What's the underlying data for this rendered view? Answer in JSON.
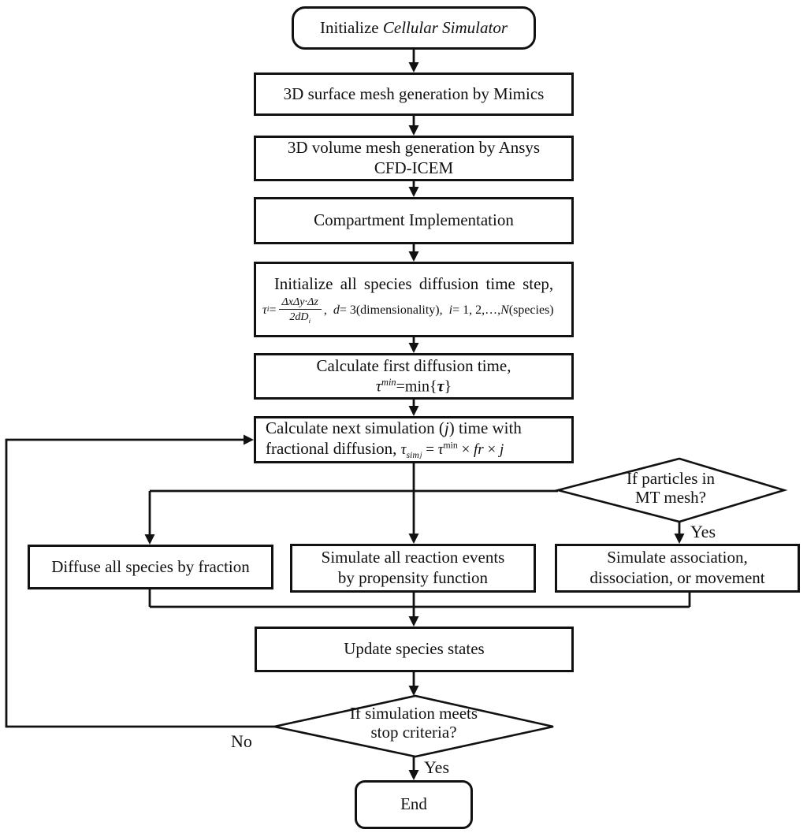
{
  "colors": {
    "line": "#111111",
    "background": "#ffffff",
    "text": "#111111"
  },
  "nodes": {
    "surface": {
      "label": "3D surface mesh generation by Mimics"
    },
    "volume": {
      "line1": "3D volume mesh generation by Ansys",
      "line2": "CFD-ICEM"
    },
    "compartment": {
      "label": "Compartment Implementation"
    },
    "init_step": {
      "line1": "Initialize all species diffusion time step,"
    },
    "first_time": {
      "line1": "Calculate first diffusion time,"
    },
    "next_sim": {
      "line2_prefix": "fractional diffusion, "
    },
    "diffuse": {
      "label": "Diffuse all species by fraction"
    },
    "react": {
      "line1": "Simulate all reaction events",
      "line2": "by propensity function"
    },
    "assoc": {
      "line1": "Simulate association,",
      "line2": "dissociation, or movement"
    },
    "update": {
      "label": "Update species states"
    },
    "end": {
      "label": "End"
    }
  },
  "decisions": {
    "mt_mesh": {
      "line1": "If particles in",
      "line2": "MT mesh?"
    },
    "stop": {
      "line1": "If simulation meets",
      "line2": "stop criteria?"
    }
  },
  "edge_labels": {
    "yes_mt": "Yes",
    "no_stop": "No",
    "yes_stop": "Yes"
  },
  "rich": {
    "start_label": [
      {
        "t": "Initialize "
      },
      {
        "t": "Cellular Simulator",
        "s": "i"
      }
    ],
    "next_sim_line1": [
      {
        "t": "Calculate next simulation ("
      },
      {
        "t": "j",
        "s": "i"
      },
      {
        "t": ") time with"
      }
    ],
    "eq_tau_i": [
      {
        "t": "τ",
        "s": "i"
      },
      {
        "t": "i",
        "s": "sub"
      },
      {
        "t": " = "
      },
      {
        "frac": {
          "num": [
            {
              "t": "ΔxΔy·Δz",
              "s": "i"
            }
          ],
          "den": [
            {
              "t": "2dD",
              "s": "i"
            },
            {
              "t": "i",
              "s": "sub"
            }
          ]
        }
      },
      {
        "t": ",  "
      },
      {
        "t": "d",
        "s": "i"
      },
      {
        "t": " = 3(dimensionality),  "
      },
      {
        "t": "i",
        "s": "i"
      },
      {
        "t": " = 1, 2,…, "
      },
      {
        "t": "N",
        "s": "i"
      },
      {
        "t": " (species)"
      }
    ],
    "eq_tau_min": [
      {
        "t": "τ",
        "s": "i"
      },
      {
        "t": "min",
        "s": "sup"
      },
      {
        "t": "=min{"
      },
      {
        "t": "τ",
        "s": "bi"
      },
      {
        "t": "}"
      }
    ],
    "eq_tau_sim": [
      {
        "t": "τ",
        "s": "i"
      },
      {
        "t": "sim",
        "s": "sub"
      },
      {
        "t": "j",
        "s": "subsub"
      },
      {
        "t": " = "
      },
      {
        "t": "τ",
        "s": "i"
      },
      {
        "t": "min",
        "s": "supn"
      },
      {
        "t": " × "
      },
      {
        "t": "fr",
        "s": "i"
      },
      {
        "t": " × "
      },
      {
        "t": "j",
        "s": "i"
      }
    ]
  }
}
